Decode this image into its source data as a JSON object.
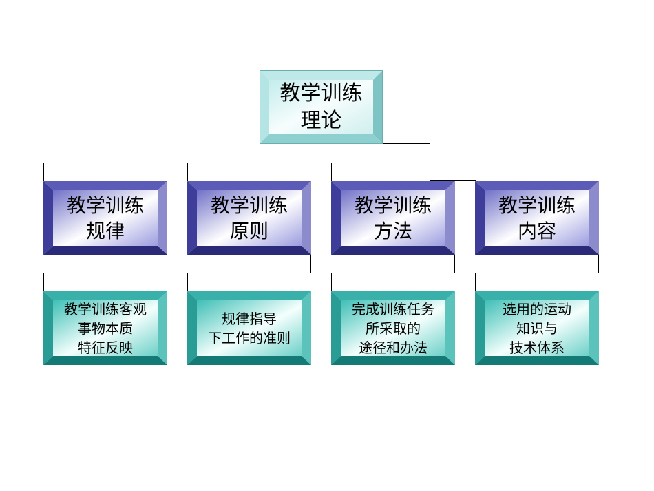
{
  "colors": {
    "root_face": "#f0fafa",
    "root_edge": "#9ed9d9",
    "category_face": "#e8e8fa",
    "category_edge": "#3b3b8a",
    "description_face": "#e6fbf8",
    "description_edge": "#1e9a96",
    "connector": "#000000"
  },
  "root": {
    "text": "教学训练\n理论"
  },
  "categories": [
    {
      "text": "教学训练\n规律",
      "description": "教学训练客观\n事物本质\n特征反映"
    },
    {
      "text": "教学训练\n原则",
      "description": "规律指导\n下工作的准则"
    },
    {
      "text": "教学训练\n方法",
      "description": "完成训练任务\n所采取的\n途径和办法"
    },
    {
      "text": "教学训练\n内容",
      "description": "选用的运动\n知识与\n技术体系"
    }
  ]
}
